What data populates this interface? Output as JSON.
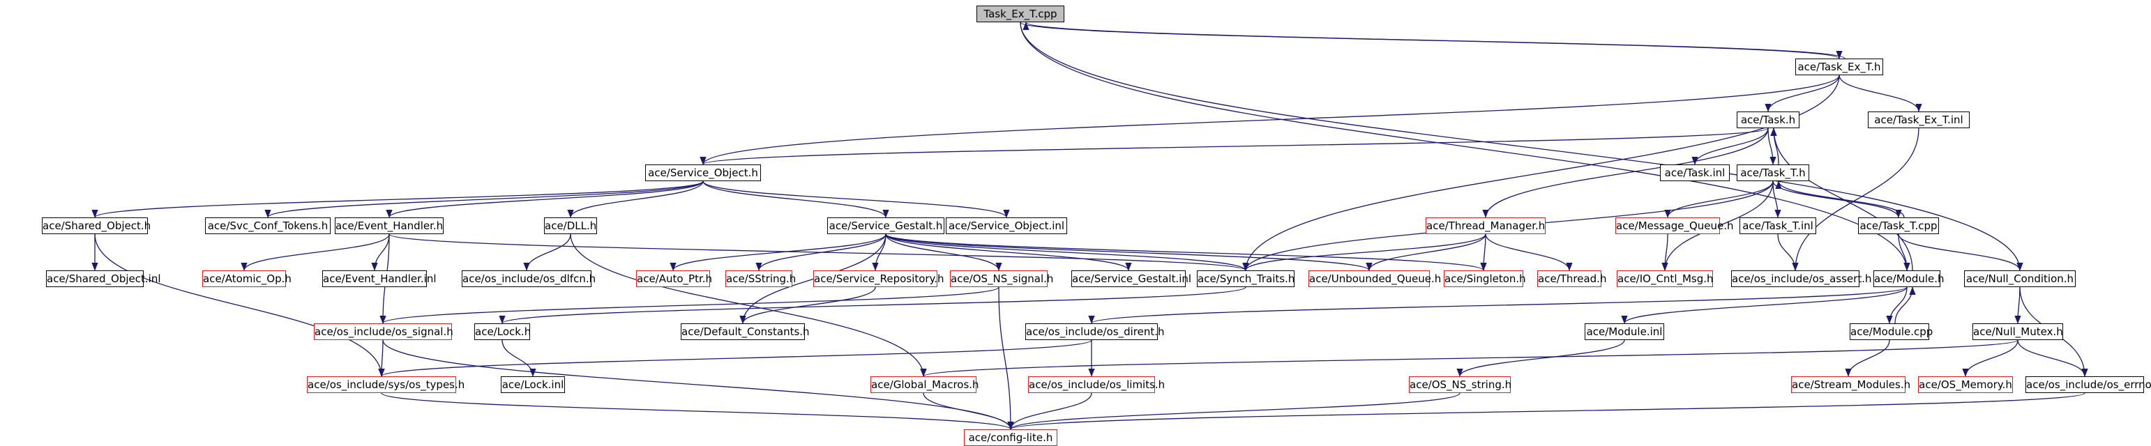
{
  "colors": {
    "edge": "#191970",
    "local_border": "#000000",
    "external_border": "#e41a1c",
    "root_fill": "#bfbfbf"
  },
  "nodes": [
    {
      "id": "task_ex_t_cpp",
      "label": "Task_Ex_T.cpp",
      "kind": "root"
    },
    {
      "id": "task_ex_t_h",
      "label": "ace/Task_Ex_T.h",
      "kind": "local"
    },
    {
      "id": "task_h",
      "label": "ace/Task.h",
      "kind": "local"
    },
    {
      "id": "task_ex_t_inl",
      "label": "ace/Task_Ex_T.inl",
      "kind": "local"
    },
    {
      "id": "service_object_h",
      "label": "ace/Service_Object.h",
      "kind": "local"
    },
    {
      "id": "task_inl",
      "label": "ace/Task.inl",
      "kind": "local"
    },
    {
      "id": "task_t_h",
      "label": "ace/Task_T.h",
      "kind": "local"
    },
    {
      "id": "shared_object_h",
      "label": "ace/Shared_Object.h",
      "kind": "local"
    },
    {
      "id": "svc_conf_tokens_h",
      "label": "ace/Svc_Conf_Tokens.h",
      "kind": "local"
    },
    {
      "id": "event_handler_h",
      "label": "ace/Event_Handler.h",
      "kind": "local"
    },
    {
      "id": "dll_h",
      "label": "ace/DLL.h",
      "kind": "local"
    },
    {
      "id": "service_gestalt_h",
      "label": "ace/Service_Gestalt.h",
      "kind": "local"
    },
    {
      "id": "service_object_inl",
      "label": "ace/Service_Object.inl",
      "kind": "local"
    },
    {
      "id": "thread_manager_h",
      "label": "ace/Thread_Manager.h",
      "kind": "external"
    },
    {
      "id": "message_queue_h",
      "label": "ace/Message_Queue.h",
      "kind": "external"
    },
    {
      "id": "task_t_inl",
      "label": "ace/Task_T.inl",
      "kind": "local"
    },
    {
      "id": "task_t_cpp",
      "label": "ace/Task_T.cpp",
      "kind": "local"
    },
    {
      "id": "shared_object_inl",
      "label": "ace/Shared_Object.inl",
      "kind": "local"
    },
    {
      "id": "atomic_op_h",
      "label": "ace/Atomic_Op.h",
      "kind": "external"
    },
    {
      "id": "event_handler_inl",
      "label": "ace/Event_Handler.inl",
      "kind": "local"
    },
    {
      "id": "os_dlfcn_h",
      "label": "ace/os_include/os_dlfcn.h",
      "kind": "local"
    },
    {
      "id": "auto_ptr_h",
      "label": "ace/Auto_Ptr.h",
      "kind": "external"
    },
    {
      "id": "sstring_h",
      "label": "ace/SString.h",
      "kind": "external"
    },
    {
      "id": "service_repository_h",
      "label": "ace/Service_Repository.h",
      "kind": "external"
    },
    {
      "id": "os_ns_signal_h",
      "label": "ace/OS_NS_signal.h",
      "kind": "external"
    },
    {
      "id": "service_gestalt_inl",
      "label": "ace/Service_Gestalt.inl",
      "kind": "local"
    },
    {
      "id": "synch_traits_h",
      "label": "ace/Synch_Traits.h",
      "kind": "local"
    },
    {
      "id": "unbounded_queue_h",
      "label": "ace/Unbounded_Queue.h",
      "kind": "external"
    },
    {
      "id": "singleton_h",
      "label": "ace/Singleton.h",
      "kind": "external"
    },
    {
      "id": "thread_h",
      "label": "ace/Thread.h",
      "kind": "external"
    },
    {
      "id": "io_cntl_msg_h",
      "label": "ace/IO_Cntl_Msg.h",
      "kind": "external"
    },
    {
      "id": "os_assert_h",
      "label": "ace/os_include/os_assert.h",
      "kind": "local"
    },
    {
      "id": "module_h",
      "label": "ace/Module.h",
      "kind": "local"
    },
    {
      "id": "null_condition_h",
      "label": "ace/Null_Condition.h",
      "kind": "local"
    },
    {
      "id": "os_signal_h",
      "label": "ace/os_include/os_signal.h",
      "kind": "external"
    },
    {
      "id": "lock_h",
      "label": "ace/Lock.h",
      "kind": "local"
    },
    {
      "id": "default_constants_h",
      "label": "ace/Default_Constants.h",
      "kind": "local"
    },
    {
      "id": "os_dirent_h",
      "label": "ace/os_include/os_dirent.h",
      "kind": "local"
    },
    {
      "id": "module_inl",
      "label": "ace/Module.inl",
      "kind": "local"
    },
    {
      "id": "module_cpp",
      "label": "ace/Module.cpp",
      "kind": "local"
    },
    {
      "id": "null_mutex_h",
      "label": "ace/Null_Mutex.h",
      "kind": "local"
    },
    {
      "id": "os_types_h",
      "label": "ace/os_include/sys/os_types.h",
      "kind": "external"
    },
    {
      "id": "lock_inl",
      "label": "ace/Lock.inl",
      "kind": "local"
    },
    {
      "id": "global_macros_h",
      "label": "ace/Global_Macros.h",
      "kind": "external"
    },
    {
      "id": "os_limits_h",
      "label": "ace/os_include/os_limits.h",
      "kind": "external"
    },
    {
      "id": "os_ns_string_h",
      "label": "ace/OS_NS_string.h",
      "kind": "external"
    },
    {
      "id": "stream_modules_h",
      "label": "ace/Stream_Modules.h",
      "kind": "external"
    },
    {
      "id": "os_memory_h",
      "label": "ace/OS_Memory.h",
      "kind": "external"
    },
    {
      "id": "os_errno_h",
      "label": "ace/os_include/os_errno.h",
      "kind": "local"
    },
    {
      "id": "config_lite_h",
      "label": "ace/config-lite.h",
      "kind": "external"
    }
  ],
  "edges": [
    [
      "task_ex_t_cpp",
      "task_ex_t_h"
    ],
    [
      "task_ex_t_h",
      "task_ex_t_cpp"
    ],
    [
      "task_ex_t_cpp",
      "module_h"
    ],
    [
      "task_ex_t_cpp",
      "null_condition_h"
    ],
    [
      "task_ex_t_h",
      "task_h"
    ],
    [
      "task_ex_t_h",
      "task_ex_t_inl"
    ],
    [
      "task_ex_t_h",
      "service_object_h"
    ],
    [
      "task_ex_t_h",
      "synch_traits_h"
    ],
    [
      "task_ex_t_inl",
      "os_assert_h"
    ],
    [
      "task_h",
      "service_object_h"
    ],
    [
      "task_h",
      "task_inl"
    ],
    [
      "task_h",
      "task_t_h"
    ],
    [
      "task_h",
      "thread_manager_h"
    ],
    [
      "task_t_h",
      "task_h"
    ],
    [
      "module_h",
      "task_h"
    ],
    [
      "service_object_h",
      "shared_object_h"
    ],
    [
      "service_object_h",
      "svc_conf_tokens_h"
    ],
    [
      "service_object_h",
      "event_handler_h"
    ],
    [
      "service_object_h",
      "dll_h"
    ],
    [
      "service_object_h",
      "service_gestalt_h"
    ],
    [
      "service_object_h",
      "service_object_inl"
    ],
    [
      "task_t_h",
      "message_queue_h"
    ],
    [
      "task_t_h",
      "synch_traits_h"
    ],
    [
      "task_t_h",
      "task_t_inl"
    ],
    [
      "task_t_h",
      "task_t_cpp"
    ],
    [
      "task_t_cpp",
      "task_t_h"
    ],
    [
      "task_t_h",
      "io_cntl_msg_h"
    ],
    [
      "shared_object_h",
      "shared_object_inl"
    ],
    [
      "shared_object_h",
      "os_types_h"
    ],
    [
      "event_handler_h",
      "atomic_op_h"
    ],
    [
      "event_handler_h",
      "event_handler_inl"
    ],
    [
      "event_handler_h",
      "os_signal_h"
    ],
    [
      "event_handler_h",
      "synch_traits_h"
    ],
    [
      "dll_h",
      "os_dlfcn_h"
    ],
    [
      "dll_h",
      "global_macros_h"
    ],
    [
      "service_gestalt_h",
      "auto_ptr_h"
    ],
    [
      "service_gestalt_h",
      "sstring_h"
    ],
    [
      "service_gestalt_h",
      "service_repository_h"
    ],
    [
      "service_gestalt_h",
      "os_ns_signal_h"
    ],
    [
      "service_gestalt_h",
      "service_gestalt_inl"
    ],
    [
      "service_gestalt_h",
      "synch_traits_h"
    ],
    [
      "service_gestalt_h",
      "unbounded_queue_h"
    ],
    [
      "service_gestalt_h",
      "singleton_h"
    ],
    [
      "service_gestalt_h",
      "default_constants_h"
    ],
    [
      "thread_manager_h",
      "synch_traits_h"
    ],
    [
      "thread_manager_h",
      "unbounded_queue_h"
    ],
    [
      "thread_manager_h",
      "singleton_h"
    ],
    [
      "thread_manager_h",
      "thread_h"
    ],
    [
      "message_queue_h",
      "io_cntl_msg_h"
    ],
    [
      "task_t_inl",
      "os_assert_h"
    ],
    [
      "task_t_cpp",
      "module_h"
    ],
    [
      "task_t_cpp",
      "null_condition_h"
    ],
    [
      "service_repository_h",
      "default_constants_h"
    ],
    [
      "os_ns_signal_h",
      "os_signal_h"
    ],
    [
      "os_ns_signal_h",
      "config_lite_h"
    ],
    [
      "synch_traits_h",
      "lock_h"
    ],
    [
      "module_h",
      "os_dirent_h"
    ],
    [
      "module_h",
      "module_inl"
    ],
    [
      "module_h",
      "module_cpp"
    ],
    [
      "module_cpp",
      "module_h"
    ],
    [
      "module_cpp",
      "stream_modules_h"
    ],
    [
      "null_condition_h",
      "null_mutex_h"
    ],
    [
      "null_condition_h",
      "os_errno_h"
    ],
    [
      "os_signal_h",
      "os_types_h"
    ],
    [
      "os_signal_h",
      "config_lite_h"
    ],
    [
      "lock_h",
      "lock_inl"
    ],
    [
      "os_dirent_h",
      "os_types_h"
    ],
    [
      "os_dirent_h",
      "os_limits_h"
    ],
    [
      "module_inl",
      "os_ns_string_h"
    ],
    [
      "null_mutex_h",
      "global_macros_h"
    ],
    [
      "null_mutex_h",
      "os_memory_h"
    ],
    [
      "null_mutex_h",
      "os_errno_h"
    ],
    [
      "os_types_h",
      "config_lite_h"
    ],
    [
      "global_macros_h",
      "config_lite_h"
    ],
    [
      "os_limits_h",
      "config_lite_h"
    ],
    [
      "os_ns_string_h",
      "config_lite_h"
    ],
    [
      "os_errno_h",
      "config_lite_h"
    ]
  ]
}
